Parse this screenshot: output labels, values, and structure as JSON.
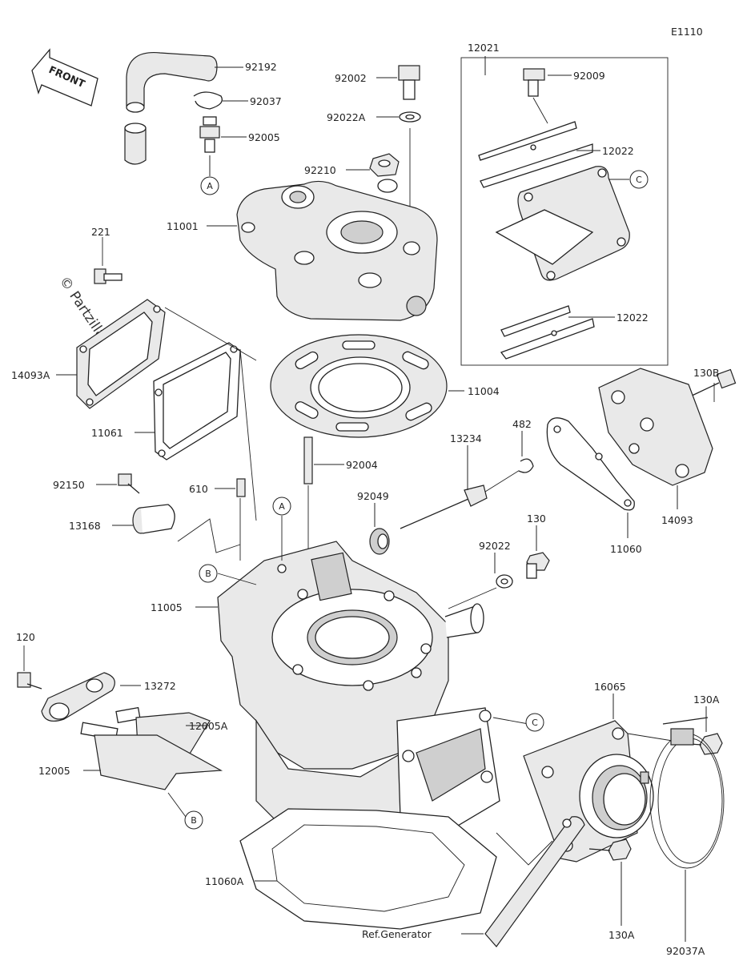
{
  "diagram_code": "E1110",
  "front_label": "FRONT",
  "watermark": "© Partzilla.com",
  "reference_label": "Ref.Generator",
  "callouts": {
    "A": "A",
    "B": "B",
    "C": "C"
  },
  "parts": {
    "p92192": "92192",
    "p92037": "92037",
    "p92005": "92005",
    "p92002": "92002",
    "p92022A": "92022A",
    "p92210": "92210",
    "p11001": "11001",
    "p12021": "12021",
    "p92009": "92009",
    "p12022a": "12022",
    "p12022b": "12022",
    "p221": "221",
    "p14093A": "14093A",
    "p11061": "11061",
    "p11004": "11004",
    "p130B": "130B",
    "p13234": "13234",
    "p482": "482",
    "p92004": "92004",
    "p92150": "92150",
    "p610": "610",
    "p92049": "92049",
    "p13168": "13168",
    "p14093": "14093",
    "p11060": "11060",
    "p130": "130",
    "p92022": "92022",
    "p11005": "11005",
    "p120": "120",
    "p13272": "13272",
    "p12005A": "12005A",
    "p12005": "12005",
    "p16065": "16065",
    "p130A_top": "130A",
    "p130A_bot": "130A",
    "p11060A": "11060A",
    "p92037A": "92037A"
  }
}
